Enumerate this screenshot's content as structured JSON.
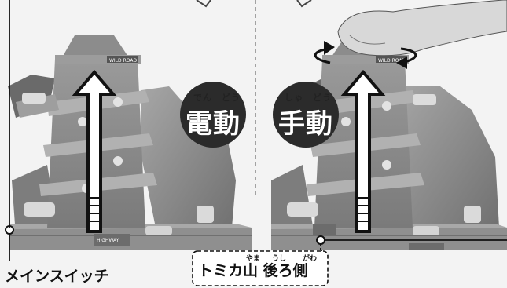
{
  "left_badge": {
    "text": "電動",
    "ruby": "でん　どう"
  },
  "right_badge": {
    "text": "手動",
    "ruby": "しゅ　どう"
  },
  "switch_label": "メインスイッチ",
  "back_label": {
    "text": "トミカ山 後ろ側",
    "ruby_yama": "やま",
    "ruby_ushi": "うし",
    "ruby_gawa": "がわ"
  },
  "sign_text": "WILD ROAD",
  "base_text": "HIGHWAY",
  "colors": {
    "toy_gray": "#8a8a8a",
    "badge_red": "#2b2b2b",
    "background": "#f3f3f3"
  }
}
